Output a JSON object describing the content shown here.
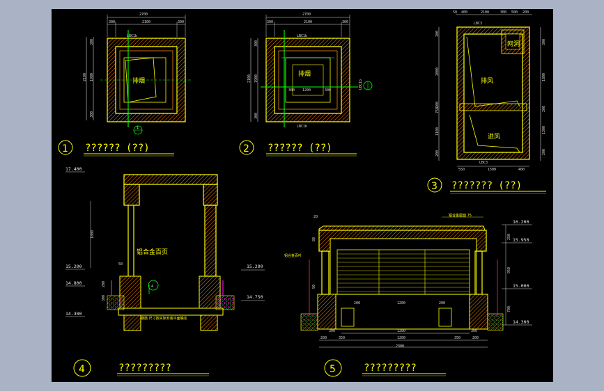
{
  "colors": {
    "background": "#a9b3c5",
    "canvas": "#000000",
    "wall": "#ffff00",
    "hatch": "#ff8800",
    "center": "#00ff00",
    "dim": "#d8d8d8",
    "accent_magenta": "#ff00ff",
    "accent_cyan": "#00ffff",
    "accent_red": "#ff3030"
  },
  "detail1": {
    "number": "1",
    "caption": "?????? (??)",
    "top_total": "2700",
    "top_segments": [
      "300",
      "2100",
      "300"
    ],
    "lbl_tag": "LBC1b",
    "room": "排烟",
    "side_total": "2100",
    "side_segments": [
      "300",
      "1900",
      "300"
    ],
    "bubble": "1"
  },
  "detail2": {
    "number": "2",
    "caption": "?????? (??)",
    "top_total": "2700",
    "top_segments": [
      "300",
      "2100",
      "300"
    ],
    "lbl_tag_top": "LBC1b",
    "lbl_tag_bottom": "LBC1b",
    "room": "排烟",
    "inner_dims": [
      "1200",
      "300",
      "300"
    ],
    "side_total": "2100",
    "side_segments": [
      "300",
      "1900",
      "300"
    ],
    "bubble_tag": "LBC1b"
  },
  "detail3": {
    "number": "3",
    "caption": "??????? (??)",
    "top_segments": [
      "50",
      "400",
      "2100",
      "300",
      "500",
      "200"
    ],
    "lbl_top": "LBC3",
    "lbl_bottom": "LBC3",
    "box_label": "网洞",
    "room_top": "排风",
    "room_bottom": "进风",
    "bottom_segments": [
      "550",
      "1500",
      "400"
    ],
    "left_segments": [
      "200",
      "2000",
      "200",
      "750",
      "1100",
      "200"
    ],
    "right_segments": [
      "300",
      "1800",
      "200",
      "1300",
      "200"
    ]
  },
  "detail4": {
    "number": "4",
    "caption": "?????????",
    "levels_left": [
      "17.400",
      "15.200",
      "14.800",
      "14.300"
    ],
    "levels_right": [
      "15.200",
      "14.750"
    ],
    "vertical_dim": "1800",
    "room": "铝合金百页",
    "note": "钢筋 尺寸按实际安装平面确定",
    "small_dims": [
      "50",
      "200",
      "300"
    ],
    "bubble": "4"
  },
  "detail5": {
    "number": "5",
    "caption": "?????????",
    "levels": [
      "16.200",
      "15.950",
      "15.000",
      "14.300"
    ],
    "dims_right": [
      "250",
      "950",
      "700"
    ],
    "dims_bottom_inner": [
      "200",
      "1200",
      "200"
    ],
    "dims_bottom_mid": [
      "300",
      "1200",
      "300"
    ],
    "dims_bottom_outer": [
      "200",
      "350",
      "1200",
      "350",
      "200"
    ],
    "total": "2300",
    "top_note": "铝合金屋面 75",
    "left_note": "铝合金百叶",
    "mid_note": "铝合金窗",
    "small_dims": [
      "20",
      "80",
      "50"
    ]
  }
}
